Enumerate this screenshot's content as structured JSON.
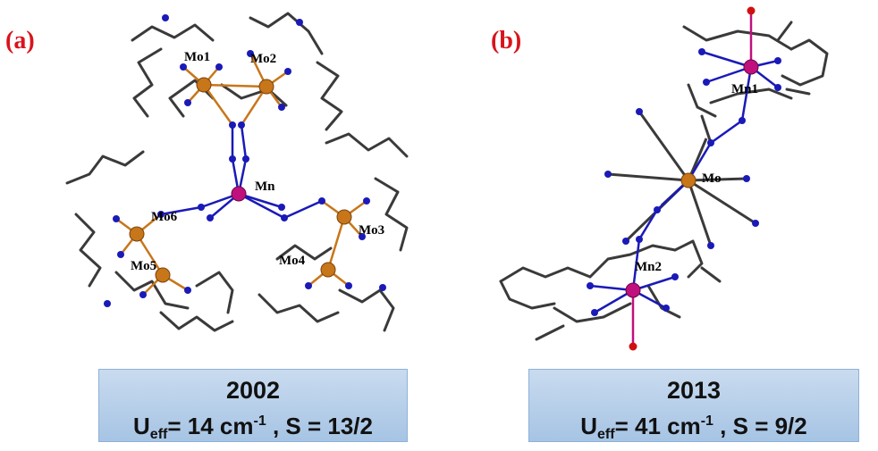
{
  "panels": [
    {
      "label": "(a)",
      "atom_labels": [
        "Mo1",
        "Mo2",
        "Mn",
        "Mo6",
        "Mo3",
        "Mo4",
        "Mo5"
      ],
      "year": "2002",
      "ueff_prefix": "U",
      "ueff_sub": "eff",
      "ueff_value": "= 14 cm",
      "ueff_sup": "-1",
      "spin": " , S = 13/2"
    },
    {
      "label": "(b)",
      "atom_labels": [
        "Mn1",
        "Mo",
        "Mn2"
      ],
      "year": "2013",
      "ueff_prefix": "U",
      "ueff_sub": "eff",
      "ueff_value": "= 41 cm",
      "ueff_sup": "-1",
      "spin": " , S = 9/2"
    }
  ],
  "colors": {
    "panel_label": "#d8141c",
    "mo_atom": "#c8761a",
    "mn_atom": "#c0107e",
    "n_atom": "#1a1ab8",
    "o_atom": "#d01010",
    "bond": "#3a3a3a",
    "box_top": "#c9dbef",
    "box_bottom": "#a6c4e4"
  }
}
